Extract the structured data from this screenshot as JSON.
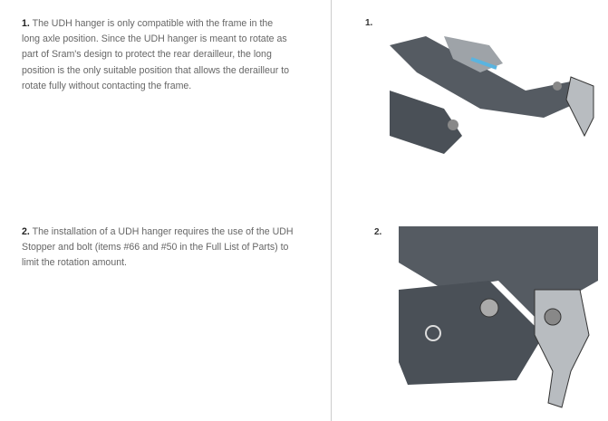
{
  "steps": [
    {
      "number": "1.",
      "text": "The UDH hanger is only compatible with the frame in the long axle position. Since the UDH hanger is meant to rotate as part of Sram's design to protect the rear derailleur, the long position is the only suitable position that allows the derailleur to rotate fully without contacting the frame.",
      "figure_label": "1."
    },
    {
      "number": "2.",
      "text": "The installation of a UDH hanger requires the use of the UDH Stopper and bolt (items #66 and #50 in the Full List of Parts) to limit the rotation amount.",
      "figure_label": "2."
    }
  ]
}
